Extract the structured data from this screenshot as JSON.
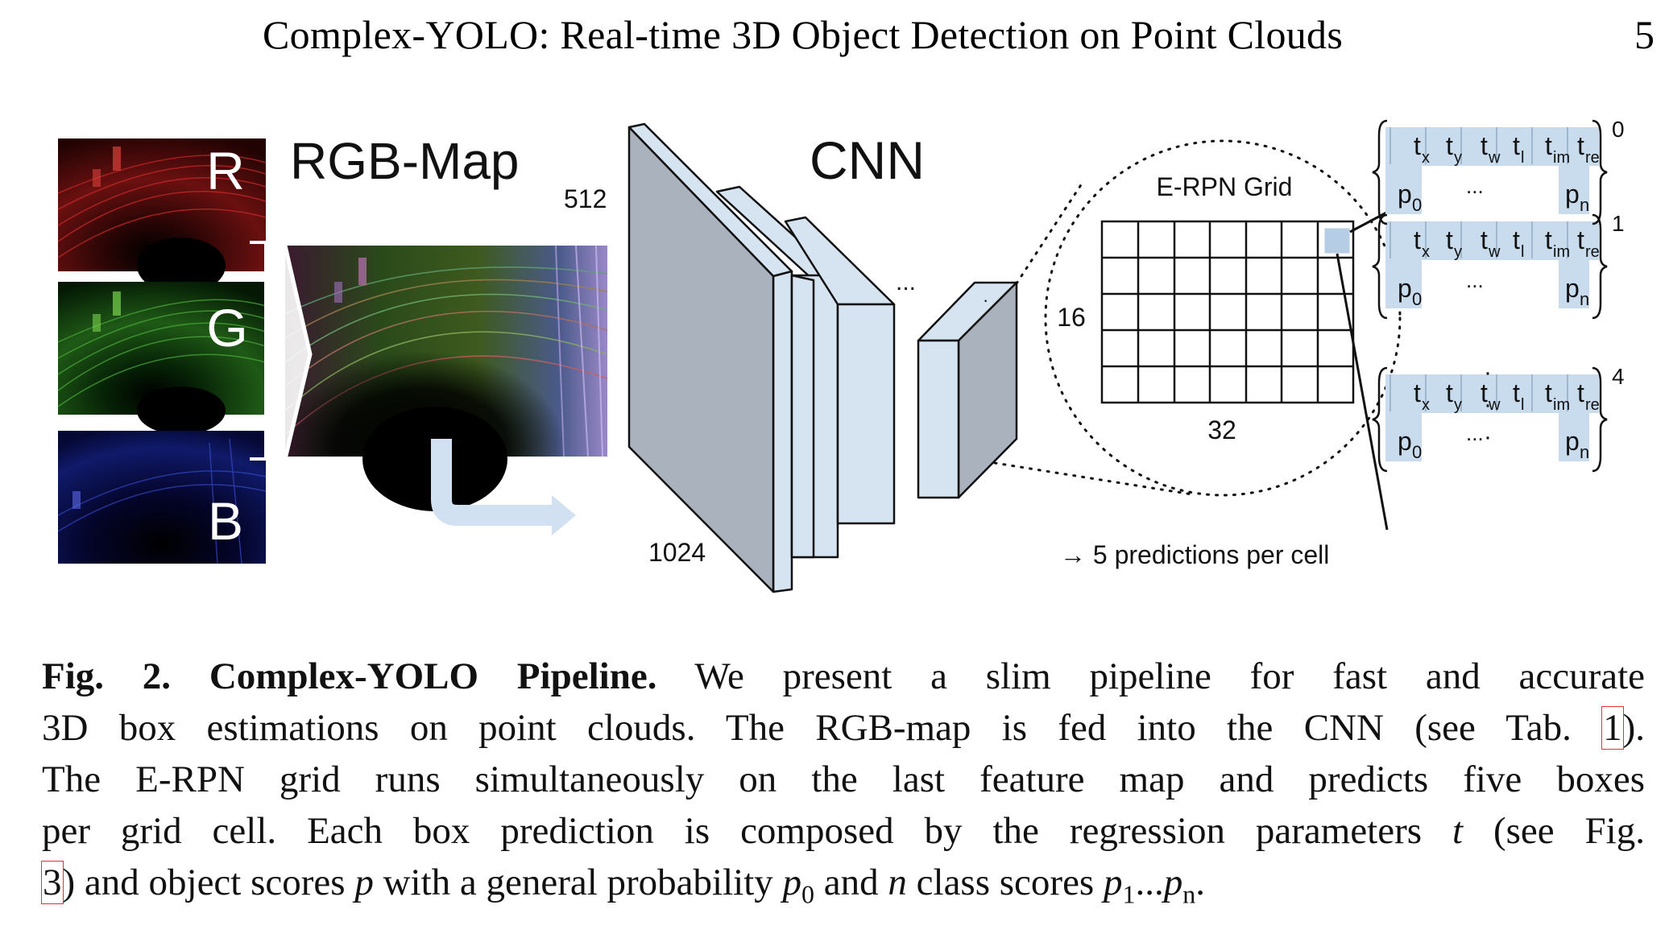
{
  "header": {
    "running_title": "Complex-YOLO: Real-time 3D Object Detection on Point Clouds",
    "page_number": "5"
  },
  "figure": {
    "channel_labels": [
      "R",
      "G",
      "B"
    ],
    "rgb_map_label": "RGB-Map",
    "cnn_label": "CNN",
    "dim_512": "512",
    "dim_1024": "1024",
    "ellipsis": "...",
    "grid_title": "E-RPN Grid",
    "grid_rows_label": "16",
    "grid_cols_label": "32",
    "predictions_note": "→ 5 predictions per cell",
    "box_indices": [
      "0",
      "1",
      "4"
    ],
    "box_params": [
      "t",
      "t",
      "t",
      "t",
      "t",
      "t"
    ],
    "box_param_subscripts": [
      "x",
      "y",
      "w",
      "l",
      "im",
      "re"
    ],
    "box_scores": [
      "p",
      "p"
    ],
    "box_score_subscripts": [
      "0",
      "n"
    ],
    "vertical_dots": "·"
  },
  "caption": {
    "fig_label": "Fig. 2.",
    "fig_title": "Complex-YOLO Pipeline.",
    "line1_rest": "We present a slim pipeline for fast and accurate",
    "line2_a": "3D box estimations on point clouds. The RGB-map is fed into the CNN (see Tab.",
    "line2_ref": "1",
    "line2_b": ").",
    "line3": "The E-RPN grid runs simultaneously on the last feature map and predicts five boxes",
    "line4_a": "per grid cell. Each box prediction is composed by the regression parameters",
    "line4_var": "t",
    "line4_b": "(see Fig.",
    "line5_ref": "3",
    "line5_a": ") and object scores",
    "line5_var_p": "p",
    "line5_b": "with a general probability",
    "line5_p0": "p",
    "line5_p0_sub": "0",
    "line5_c": "and",
    "line5_n": "n",
    "line5_d": "class scores",
    "line5_p1": "p",
    "line5_p1_sub": "1",
    "line5_dots": "...",
    "line5_pn": "p",
    "line5_pn_sub": "n",
    "line5_end": "."
  },
  "colors": {
    "layer_front": "#a9b2bd",
    "layer_side": "#d6e3f1",
    "arrow": "#d2e1f2",
    "outline": "#111111",
    "ref_box": "#e8313a"
  }
}
